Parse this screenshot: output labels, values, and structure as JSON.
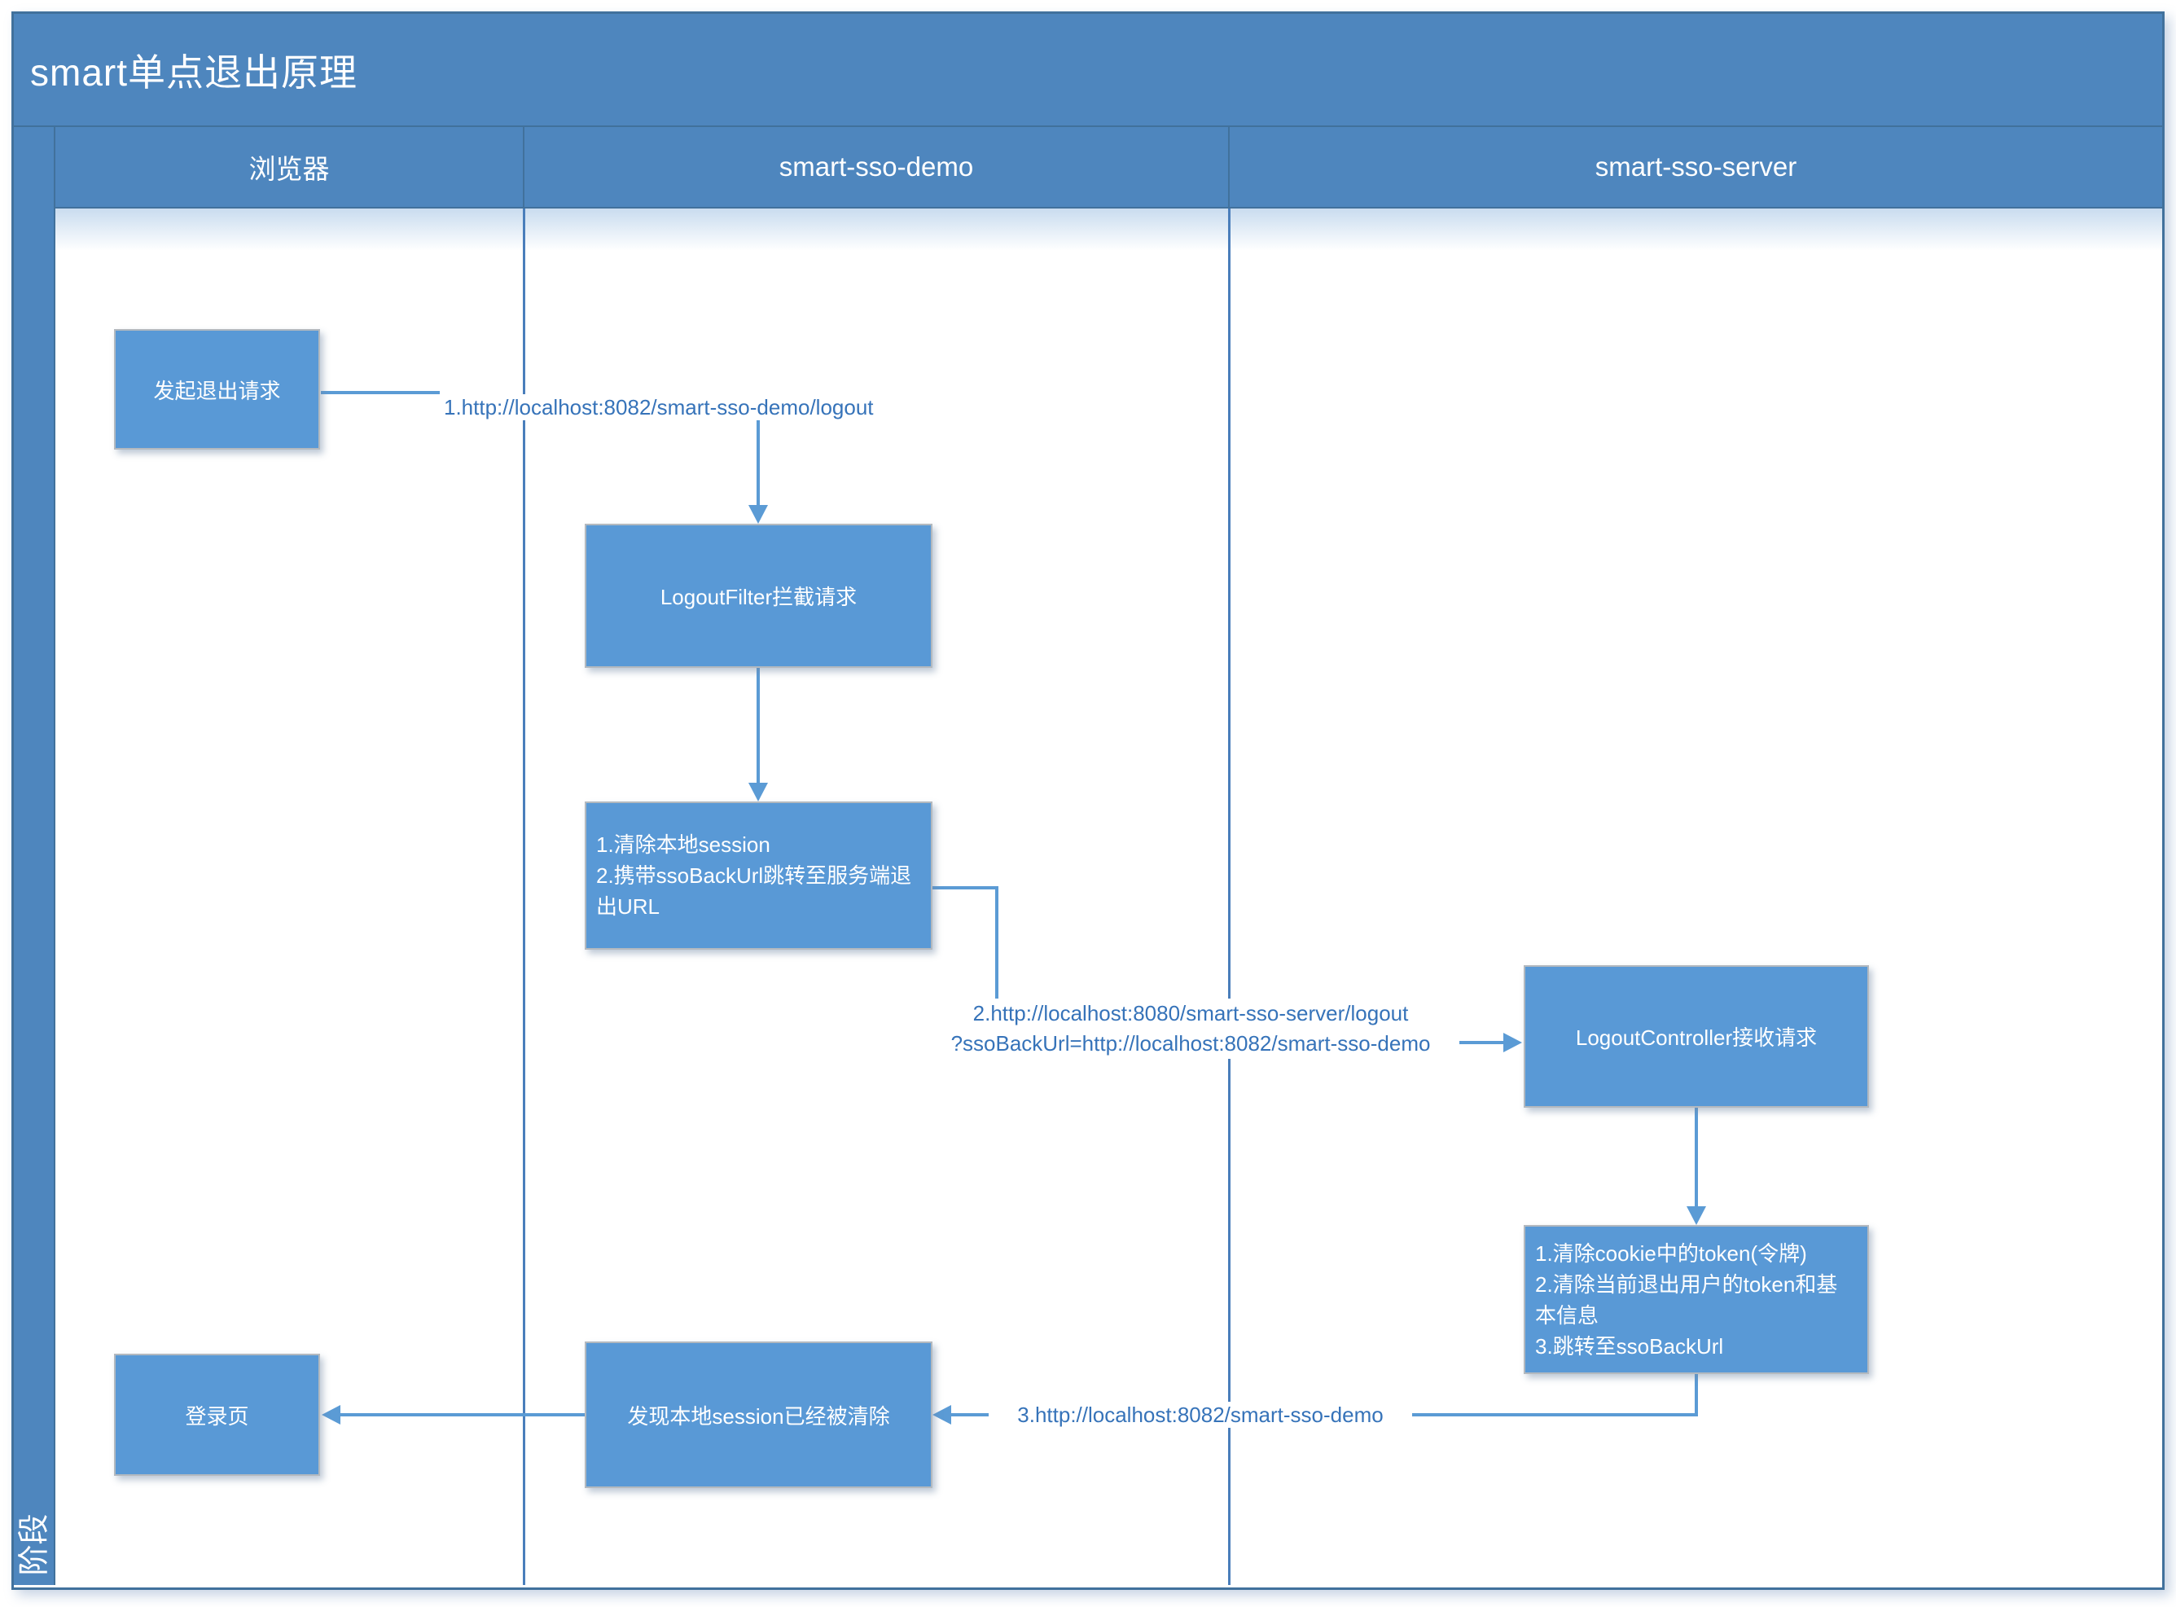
{
  "diagram": {
    "title": "smart单点退出原理",
    "phase_label": "阶段",
    "lanes": [
      {
        "id": "browser",
        "label": "浏览器"
      },
      {
        "id": "demo",
        "label": "smart-sso-demo"
      },
      {
        "id": "server",
        "label": "smart-sso-server"
      }
    ],
    "nodes": {
      "start": {
        "label": "发起退出请求"
      },
      "logout_filter": {
        "label": "LogoutFilter拦截请求"
      },
      "demo_steps": {
        "label": "1.清除本地session\n2.携带ssoBackUrl跳转至服务端退出URL"
      },
      "logout_controller": {
        "label": "LogoutController接收请求"
      },
      "server_steps": {
        "label": "1.清除cookie中的token(令牌)\n2.清除当前退出用户的token和基本信息\n3.跳转至ssoBackUrl"
      },
      "login_page": {
        "label": "登录页"
      },
      "session_cleared": {
        "label": "发现本地session已经被清除"
      }
    },
    "edges": {
      "step1": {
        "label": "1.http://localhost:8082/smart-sso-demo/logout"
      },
      "step2": {
        "label": "2.http://localhost:8080/smart-sso-server/logout\n?ssoBackUrl=http://localhost:8082/smart-sso-demo"
      },
      "step3": {
        "label": "3.http://localhost:8082/smart-sso-demo"
      }
    },
    "colors": {
      "band": "#4E86BE",
      "band_border": "#41719C",
      "node_fill": "#5999D6",
      "node_border": "#B3B9BF",
      "connector": "#5B9BD5",
      "lane_divider": "#4A7EBB",
      "edge_label_text": "#3673B9",
      "text_on_blue": "#FFFFFF"
    }
  }
}
